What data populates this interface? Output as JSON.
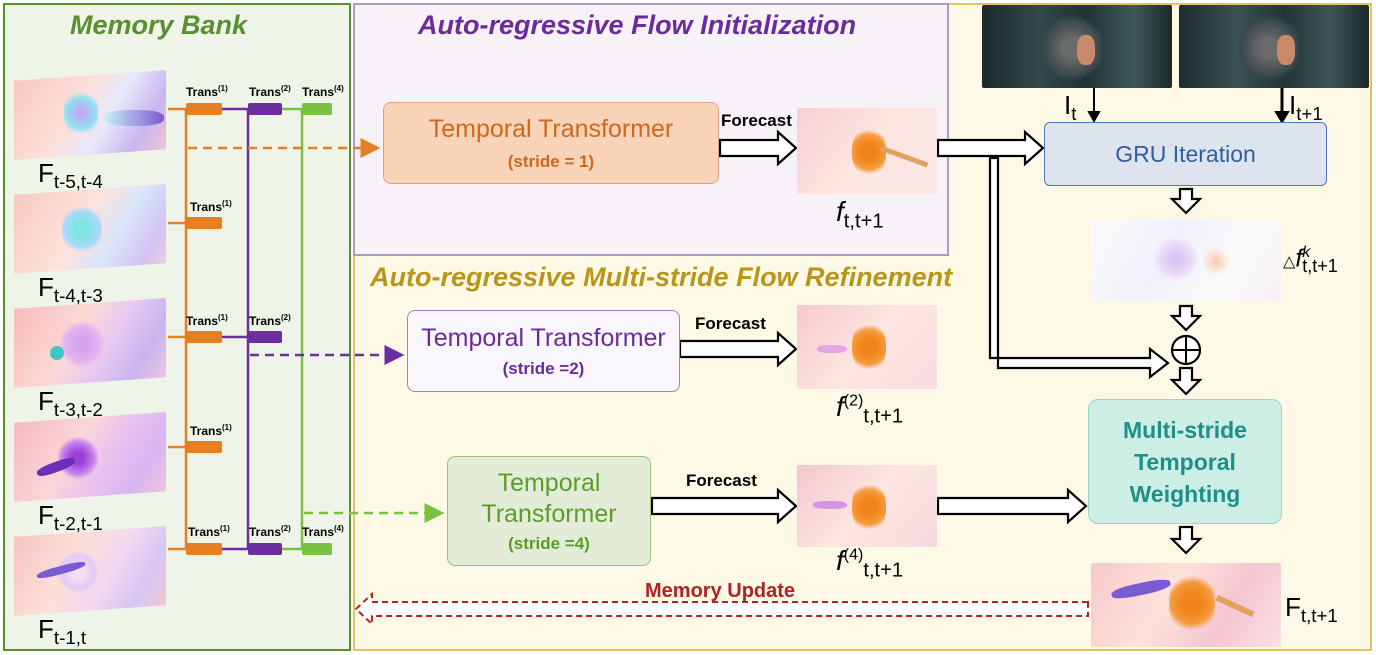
{
  "memory_bank": {
    "title": "Memory Bank",
    "flow_labels": [
      {
        "main": "F",
        "sub": "t-5,t-4"
      },
      {
        "main": "F",
        "sub": "t-4,t-3"
      },
      {
        "main": "F",
        "sub": "t-3,t-2"
      },
      {
        "main": "F",
        "sub": "t-2,t-1"
      },
      {
        "main": "F",
        "sub": "t-1,t"
      }
    ],
    "trans_base": "Trans",
    "trans_sup": [
      "(1)",
      "(2)",
      "(4)"
    ]
  },
  "init_section": {
    "title": "Auto-regressive Flow Initialization",
    "transformer_label": "Temporal Transformer",
    "stride_label": "(stride = 1)",
    "forecast_label": "Forecast",
    "output_main": "f",
    "output_sub": "t,t+1"
  },
  "refine_section": {
    "title": "Auto-regressive Multi-stride Flow Refinement",
    "stride2": {
      "transformer_label": "Temporal Transformer",
      "stride_label": "(stride =2)",
      "forecast_label": "Forecast",
      "output_main": "f",
      "output_sup": "(2)",
      "output_sub": "t,t+1"
    },
    "stride4": {
      "transformer_line1": "Temporal",
      "transformer_line2": "Transformer",
      "stride_label": "(stride =4)",
      "forecast_label": "Forecast",
      "output_main": "f",
      "output_sup": "(4)",
      "output_sub": "t,t+1"
    }
  },
  "right": {
    "frame_labels": [
      {
        "main": "I",
        "sub": "t"
      },
      {
        "main": "I",
        "sub": "t+1"
      }
    ],
    "gru_label": "GRU Iteration",
    "delta_prefix": "△",
    "delta_main": "f",
    "delta_sup": "k",
    "delta_sub": "t,t+1",
    "plus_symbol": "⊕",
    "weighting_line1": "Multi-stride",
    "weighting_line2": "Temporal",
    "weighting_line3": "Weighting",
    "final_main": "F",
    "final_sub": "t,t+1",
    "memory_update_label": "Memory Update"
  },
  "colors": {
    "memory_green": "#5a8f30",
    "init_purple": "#6a2c9a",
    "refine_gold": "#b8961a",
    "orange": "#e67e22",
    "purple": "#6b2fa0",
    "green": "#7ac142",
    "red_dashed": "#b22222",
    "gru_fill": "#dde4ee",
    "gru_text": "#2e5fa3",
    "teal_text": "#1f8f8a",
    "teal_fill": "#cdeee4"
  }
}
